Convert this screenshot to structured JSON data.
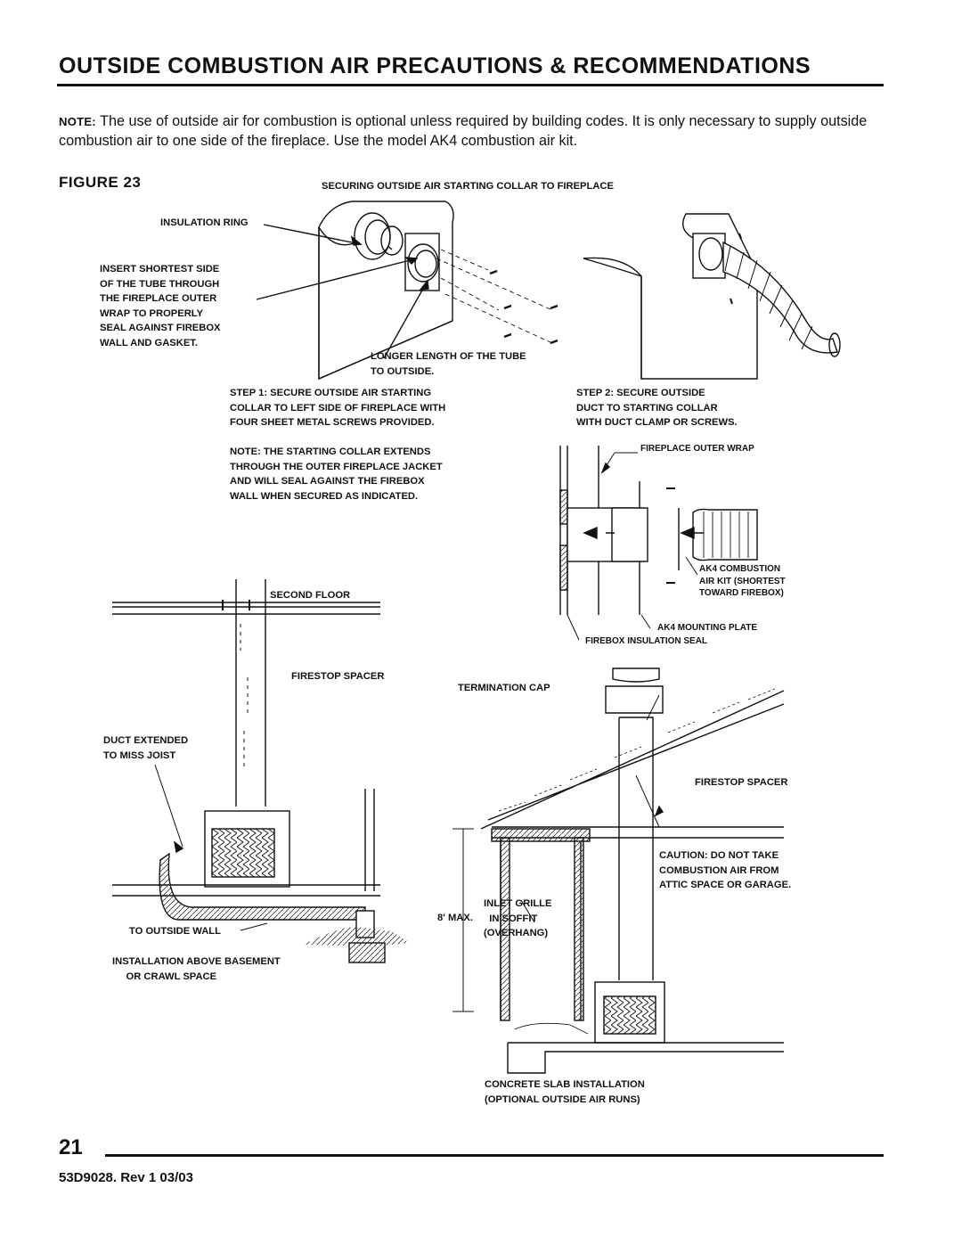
{
  "page": {
    "title": "OUTSIDE COMBUSTION AIR PRECAUTIONS & RECOMMENDATIONS",
    "note_lead": "NOTE:",
    "note_text": " The use of outside air for combustion is optional unless required by building codes.  It is only necessary to supply outside combustion air to one side of the fireplace.  Use the model AK4 combustion air kit.",
    "figure_label": "FIGURE 23",
    "page_number": "21",
    "doc_id": "53D9028. Rev 1 03/03"
  },
  "labels": {
    "securing_title": "SECURING OUTSIDE AIR STARTING COLLAR TO FIREPLACE",
    "insulation_ring": "INSULATION RING",
    "insert_shortest": "INSERT SHORTEST SIDE\nOF THE TUBE THROUGH\nTHE FIREPLACE OUTER\nWRAP TO PROPERLY\nSEAL AGAINST FIREBOX\nWALL AND GASKET.",
    "longer_length": "LONGER LENGTH OF THE TUBE\nTO OUTSIDE.",
    "step1": "STEP 1: SECURE OUTSIDE AIR STARTING\nCOLLAR TO LEFT SIDE OF FIREPLACE WITH\nFOUR SHEET METAL SCREWS PROVIDED.",
    "step2": "STEP 2: SECURE OUTSIDE\nDUCT TO STARTING COLLAR\nWITH DUCT CLAMP OR SCREWS.",
    "note_collar": "NOTE: THE STARTING COLLAR EXTENDS\nTHROUGH THE OUTER FIREPLACE JACKET\nAND WILL SEAL AGAINST THE FIREBOX\nWALL WHEN SECURED AS INDICATED.",
    "outer_wrap": "FIREPLACE OUTER WRAP",
    "ak4_kit": "AK4 COMBUSTION\nAIR KIT (SHORTEST\nTOWARD FIREBOX)",
    "ak4_plate": "AK4 MOUNTING PLATE",
    "firebox_seal": "FIREBOX INSULATION SEAL",
    "second_floor": "SECOND FLOOR",
    "firestop_left": "FIRESTOP SPACER",
    "duct_extended": "DUCT EXTENDED\nTO MISS JOIST",
    "to_outside_wall": "TO OUTSIDE WALL",
    "basement": "INSTALLATION ABOVE BASEMENT\n     OR CRAWL SPACE",
    "termination_cap": "TERMINATION CAP",
    "firestop_right": "FIRESTOP SPACER",
    "caution": "CAUTION: DO NOT TAKE\nCOMBUSTION AIR FROM\nATTIC SPACE OR GARAGE.",
    "inlet_grille": "INLET GRILLE\n  IN SOFFIT\n(OVERHANG)",
    "eight_max": "8' MAX.",
    "concrete": "CONCRETE SLAB INSTALLATION\n(OPTIONAL OUTSIDE AIR RUNS)"
  }
}
